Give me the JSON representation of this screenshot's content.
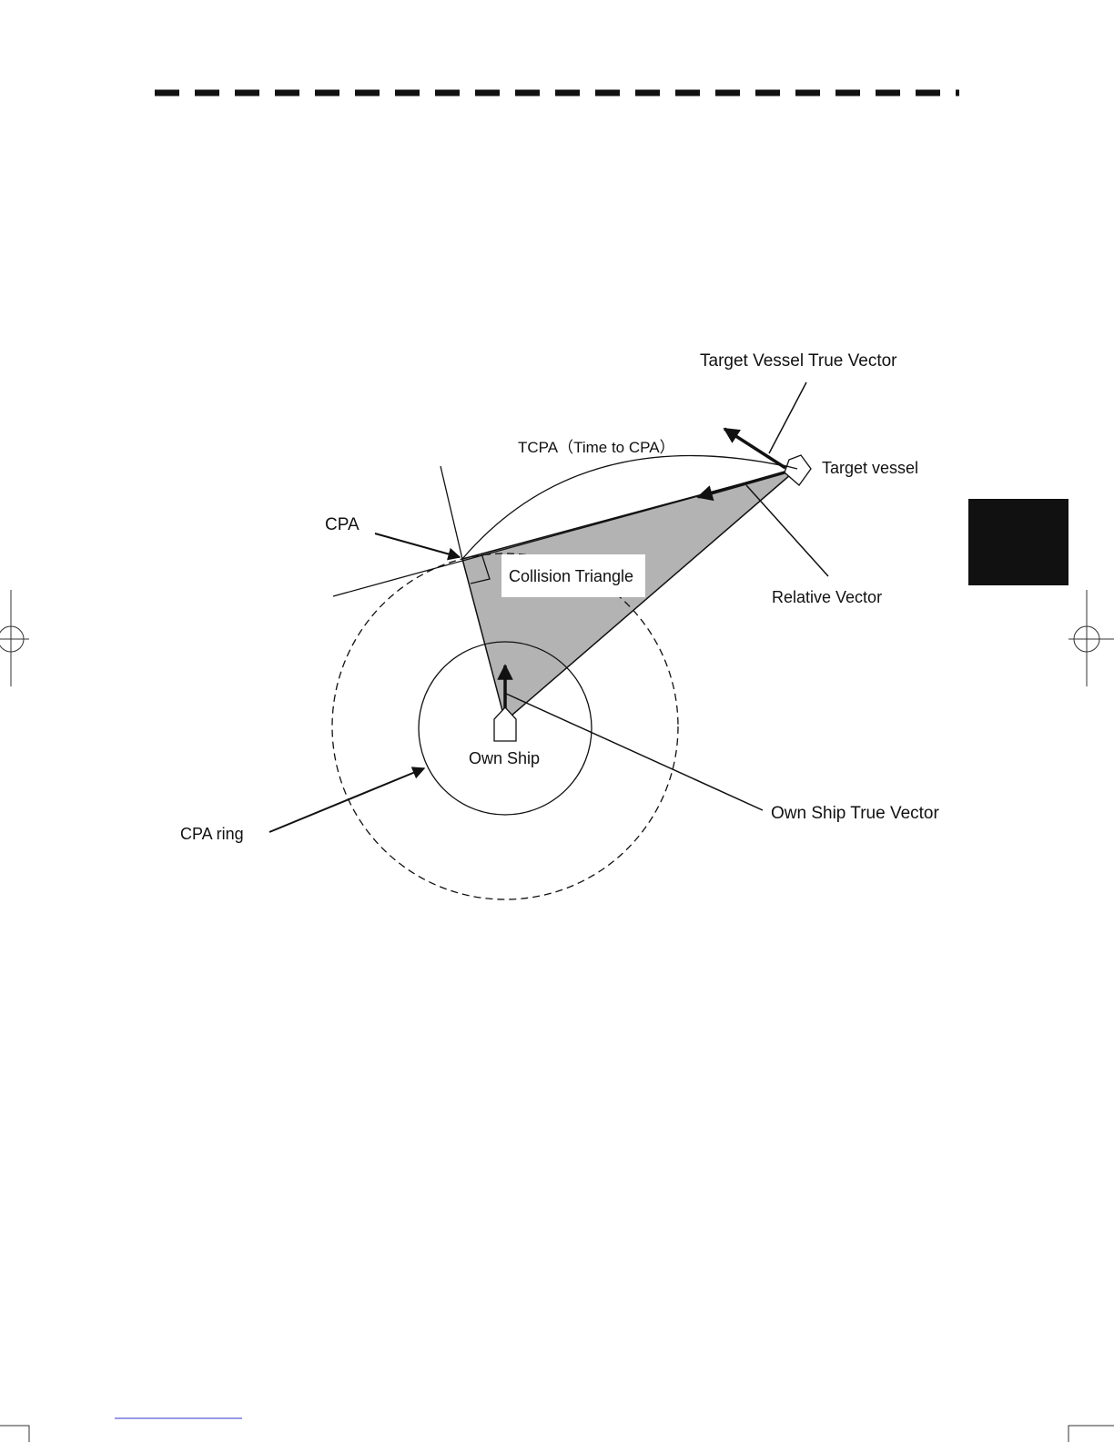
{
  "labels": {
    "target_vessel_true_vector": "Target Vessel True Vector",
    "tcpa": "TCPA（Time to CPA）",
    "target_vessel": "Target vessel",
    "cpa": "CPA",
    "collision_triangle": "Collision Triangle",
    "relative_vector": "Relative Vector",
    "own_ship": "Own Ship",
    "own_ship_true_vector": "Own Ship True Vector",
    "cpa_ring": "CPA ring"
  },
  "colors": {
    "ink": "#111111",
    "triangle_fill": "#b3b3b3",
    "chapter_tab": "#111111",
    "footer_line": "#3333cc"
  },
  "icons": {
    "own_ship": "ship-pentagon-icon",
    "target_vessel": "ship-pentagon-icon",
    "registration_mark": "crosshair-circle-icon"
  }
}
